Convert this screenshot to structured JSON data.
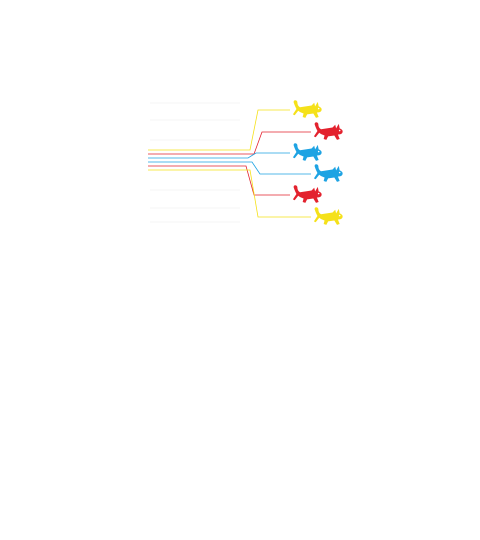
{
  "illustration": {
    "subject": "cats",
    "cats": [
      {
        "name": "cat-1",
        "color": "#F5E11A"
      },
      {
        "name": "cat-2",
        "color": "#E3222E"
      },
      {
        "name": "cat-3",
        "color": "#1EA3E3"
      },
      {
        "name": "cat-4",
        "color": "#1EA3E3"
      },
      {
        "name": "cat-5",
        "color": "#E3222E"
      },
      {
        "name": "cat-6",
        "color": "#F5E11A"
      }
    ]
  }
}
